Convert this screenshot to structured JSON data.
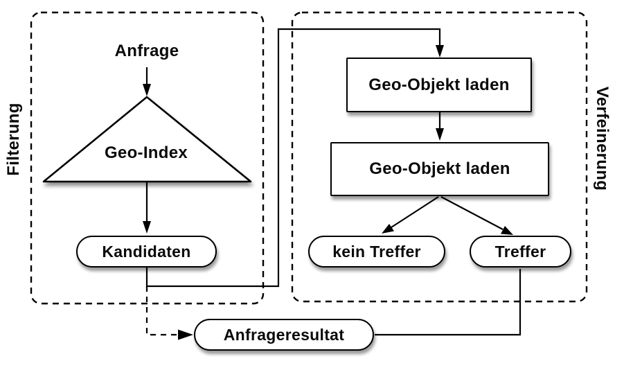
{
  "diagram": {
    "title_hint": "Geo query processing flowchart",
    "colors": {
      "stroke": "#000000",
      "node_fill": "#ffffff",
      "background": "#ffffff",
      "shadow": "rgba(0,0,0,0.4)"
    },
    "groups": {
      "filterung": {
        "label": "Filterung",
        "border_style": "dashed"
      },
      "verfeinerung": {
        "label": "Verfeinerung",
        "border_style": "dashed"
      }
    },
    "nodes": {
      "anfrage": {
        "label": "Anfrage",
        "shape": "text"
      },
      "geo_index": {
        "label": "Geo-Index",
        "shape": "triangle"
      },
      "kandidaten": {
        "label": "Kandidaten",
        "shape": "pill"
      },
      "geo_objekt_laden_1": {
        "label": "Geo-Objekt laden",
        "shape": "rect"
      },
      "geo_objekt_laden_2": {
        "label": "Geo-Objekt laden",
        "shape": "rect"
      },
      "kein_treffer": {
        "label": "kein Treffer",
        "shape": "pill"
      },
      "treffer": {
        "label": "Treffer",
        "shape": "pill"
      },
      "anfrageresultat": {
        "label": "Anfrageresultat",
        "shape": "pill"
      }
    },
    "edges": [
      {
        "from": "anfrage",
        "to": "geo_index",
        "style": "solid",
        "arrow": true
      },
      {
        "from": "geo_index",
        "to": "kandidaten",
        "style": "solid",
        "arrow": true
      },
      {
        "from": "kandidaten",
        "to": "geo_objekt_laden_1",
        "style": "solid",
        "arrow": true
      },
      {
        "from": "geo_objekt_laden_1",
        "to": "geo_objekt_laden_2",
        "style": "solid",
        "arrow": true
      },
      {
        "from": "geo_objekt_laden_2",
        "to": "kein_treffer",
        "style": "solid",
        "arrow": true
      },
      {
        "from": "geo_objekt_laden_2",
        "to": "treffer",
        "style": "solid",
        "arrow": true
      },
      {
        "from": "treffer",
        "to": "anfrageresultat",
        "style": "solid",
        "arrow": false
      },
      {
        "from": "kandidaten",
        "to": "anfrageresultat",
        "style": "dashed",
        "arrow": true
      }
    ]
  }
}
